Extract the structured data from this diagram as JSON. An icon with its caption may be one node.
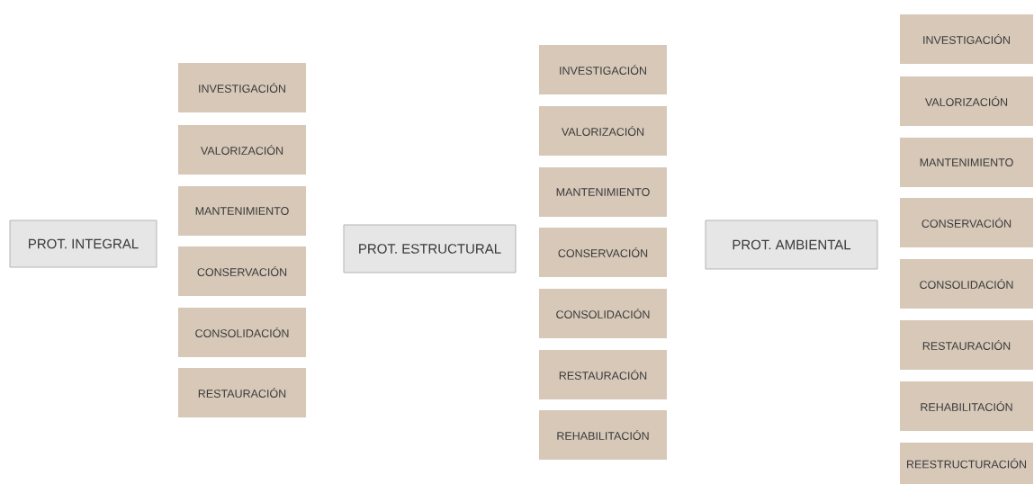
{
  "diagram": {
    "nodes": [
      {
        "text": [
          "PROT. INTEGRAL"
        ]
      },
      {
        "text": [
          "INVESTIGACIÓN"
        ]
      },
      {
        "text": [
          "VALORIZACIÓN"
        ]
      },
      {
        "text": [
          "MANTENIMIENTO"
        ]
      },
      {
        "text": [
          "CONSERVACIÓN"
        ]
      },
      {
        "text": [
          "CONSOLIDACIÓN"
        ]
      },
      {
        "text": [
          "RESTAURACIÓN"
        ]
      },
      {
        "text": [
          "PROT. ESTRUCTURAL"
        ]
      },
      {
        "text": [
          "INVESTIGACIÓN"
        ]
      },
      {
        "text": [
          "VALORIZACIÓN"
        ]
      },
      {
        "text": [
          "MANTENIMIENTO"
        ]
      },
      {
        "text": [
          "CONSERVACIÓN"
        ]
      },
      {
        "text": [
          "CONSOLIDACIÓN"
        ]
      },
      {
        "text": [
          "RESTAURACIÓN"
        ]
      },
      {
        "text": [
          "REHABILITACIÓN"
        ]
      },
      {
        "text": [
          "PROT. AMBIENTAL"
        ]
      },
      {
        "text": [
          "INVESTIGACIÓN"
        ]
      },
      {
        "text": [
          "VALORIZACIÓN"
        ]
      },
      {
        "text": [
          "MANTENIMIENTO"
        ]
      },
      {
        "text": [
          "CONSERVACIÓN"
        ]
      },
      {
        "text": [
          "CONSOLIDACIÓN"
        ]
      },
      {
        "text": [
          "RESTAURACIÓN"
        ]
      },
      {
        "text": [
          "REHABILITACIÓN"
        ]
      },
      {
        "text": [
          "REESTRUCTURACIÓN"
        ]
      }
    ]
  }
}
